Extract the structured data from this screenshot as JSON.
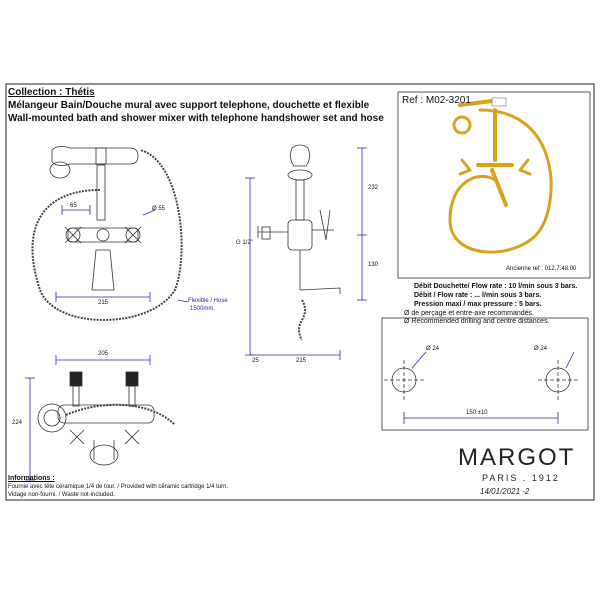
{
  "header": {
    "collection": "Collection : Thétis",
    "title_fr": "Mélangeur Bain/Douche mural avec support telephone, douchette et flexible",
    "title_en": "Wall-mounted bath and shower mixer with telephone handshower set and hose"
  },
  "product": {
    "ref": "Ref : M02-3201",
    "old_ref": "Ancienne ref : 012.7.48.00",
    "finish_color": "#d9a21c"
  },
  "specs": {
    "shower_flow": "Débit Douchette/ Flow rate : 10 l/min sous 3 bars.",
    "flow": "Débit / Flow rate : ... l/min sous 3 bars.",
    "pressure": "Pression maxi / max pressure : 5 bars.",
    "drilling_fr": "Ø de perçage et entre-axe recommandés.",
    "drilling_en": "Ø Recommended drilling and centre distances."
  },
  "dimensions": {
    "front_width": "65",
    "front_dia": "Ø 55",
    "front_total": "215",
    "hose": "Flexible / Hose",
    "hose_len": "1500mm.",
    "side_height": "232",
    "side_thread": "G 1/2\"",
    "side_height2": "130",
    "side_offset": "25",
    "side_spout": "215",
    "top_width": "205",
    "top_depth": "224",
    "hole_left": "Ø 24",
    "hole_right": "Ø 24",
    "hole_dist": "150 ±10"
  },
  "informations": {
    "heading": "Informations :",
    "line1": "Fournie avec tête céramique 1/4 de tour. / Provided with cêramic cartridge 1/4 turn.",
    "line2": "Vidage non-fourni. / Waste not-included."
  },
  "brand": {
    "name": "MARGOT",
    "city": "PARIS . 1912",
    "date": "14/01/2021 -2"
  }
}
